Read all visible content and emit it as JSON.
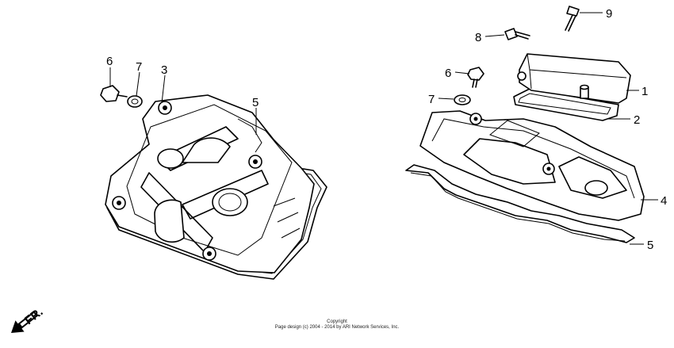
{
  "callouts": {
    "left_6": "6",
    "left_7": "7",
    "left_3": "3",
    "left_5": "5",
    "right_9": "9",
    "right_8": "8",
    "right_6": "6",
    "right_7": "7",
    "right_1": "1",
    "right_2": "2",
    "right_4": "4",
    "right_5": "5"
  },
  "front_marker": "FR.",
  "copyright": {
    "line1": "Copyright",
    "line2": "Page design (c) 2004 - 2014 by ARI Network Services, Inc."
  }
}
